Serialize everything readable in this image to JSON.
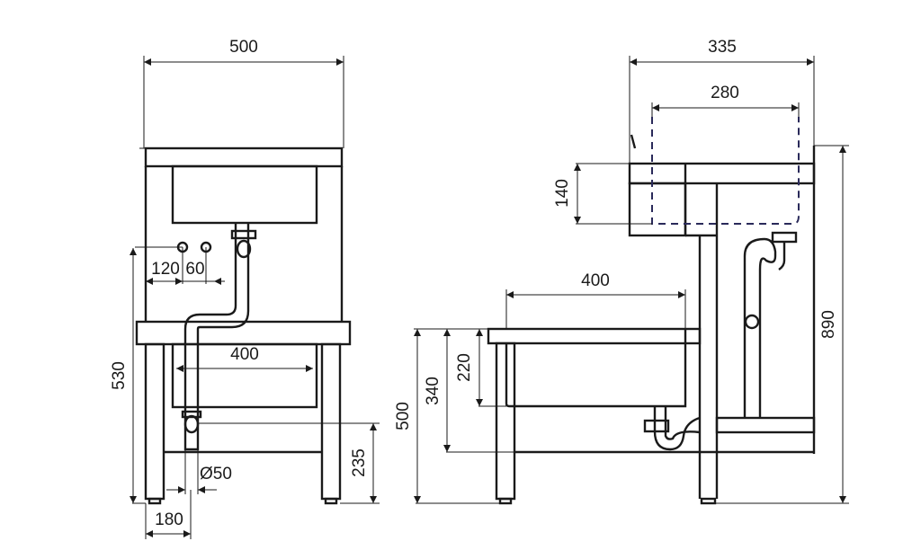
{
  "front_view": {
    "width_label": "500",
    "tap_offset_label": "120",
    "tap_spacing_label": "60",
    "lower_basin_width_label": "400",
    "tap_height_label": "530",
    "drain_height_label": "235",
    "drain_diameter_label": "Ø50",
    "drain_offset_label": "180"
  },
  "side_view": {
    "depth_label": "335",
    "upper_basin_depth_label": "280",
    "upper_basin_height_label": "140",
    "lower_basin_width_label": "400",
    "lower_basin_depth_label": "220",
    "lower_rim_height_label": "340",
    "lower_top_height_label": "500",
    "total_height_label": "890"
  }
}
